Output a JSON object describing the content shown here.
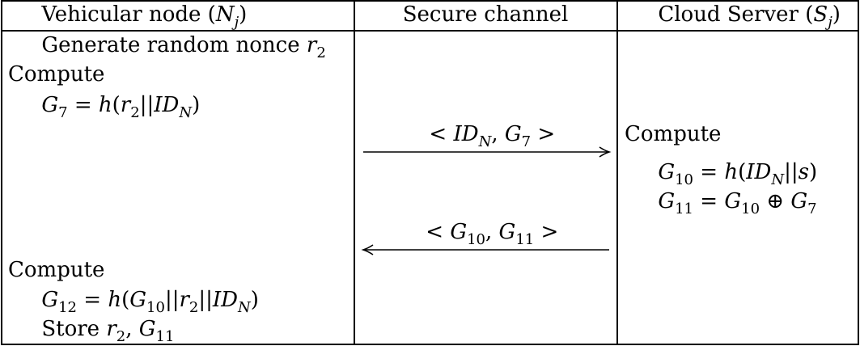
{
  "header": {
    "col1": {
      "pre": "Vehicular node (",
      "sym": "N",
      "sub": "j",
      "post": ")"
    },
    "col2": "Secure channel",
    "col3": {
      "pre": "Cloud Server (",
      "sym": "S",
      "sub": "j",
      "post": ")"
    }
  },
  "node": {
    "line1": {
      "text": "Generate random nonce ",
      "sym": "r",
      "sub": "2"
    },
    "compute1": "Compute",
    "g7": {
      "lhs": "G",
      "lhs_sub": "7",
      "eq": " = ",
      "h": "h",
      "open": "(",
      "r": "r",
      "r_sub": "2",
      "cat": "||",
      "id": "ID",
      "id_sub": "N",
      "close": ")"
    },
    "compute2": "Compute",
    "g12": {
      "lhs": "G",
      "lhs_sub": "12",
      "eq": " = ",
      "h": "h",
      "open": "(",
      "g": "G",
      "g_sub": "10",
      "cat1": "||",
      "r": "r",
      "r_sub": "2",
      "cat2": "||",
      "id": "ID",
      "id_sub": "N",
      "close": ")"
    },
    "store": {
      "text": "Store ",
      "r": "r",
      "r_sub": "2",
      "comma": ", ",
      "g": "G",
      "g_sub": "11"
    }
  },
  "channel": {
    "msg1": {
      "lt": "< ",
      "id": "ID",
      "id_sub": "N",
      "comma": ", ",
      "g": "G",
      "g_sub": "7",
      "gt": " >",
      "direction": "right"
    },
    "msg2": {
      "lt": "< ",
      "g1": "G",
      "g1_sub": "10",
      "comma": ", ",
      "g2": "G",
      "g2_sub": "11",
      "gt": " >",
      "direction": "left"
    }
  },
  "server": {
    "compute": "Compute",
    "g10": {
      "lhs": "G",
      "lhs_sub": "10",
      "eq": " = ",
      "h": "h",
      "open": "(",
      "id": "ID",
      "id_sub": "N",
      "cat": "||",
      "s": "s",
      "close": ")"
    },
    "g11": {
      "lhs": "G",
      "lhs_sub": "11",
      "eq": " = ",
      "g1": "G",
      "g1_sub": "10",
      "xor": " ⊕ ",
      "g2": "G",
      "g2_sub": "7"
    }
  }
}
